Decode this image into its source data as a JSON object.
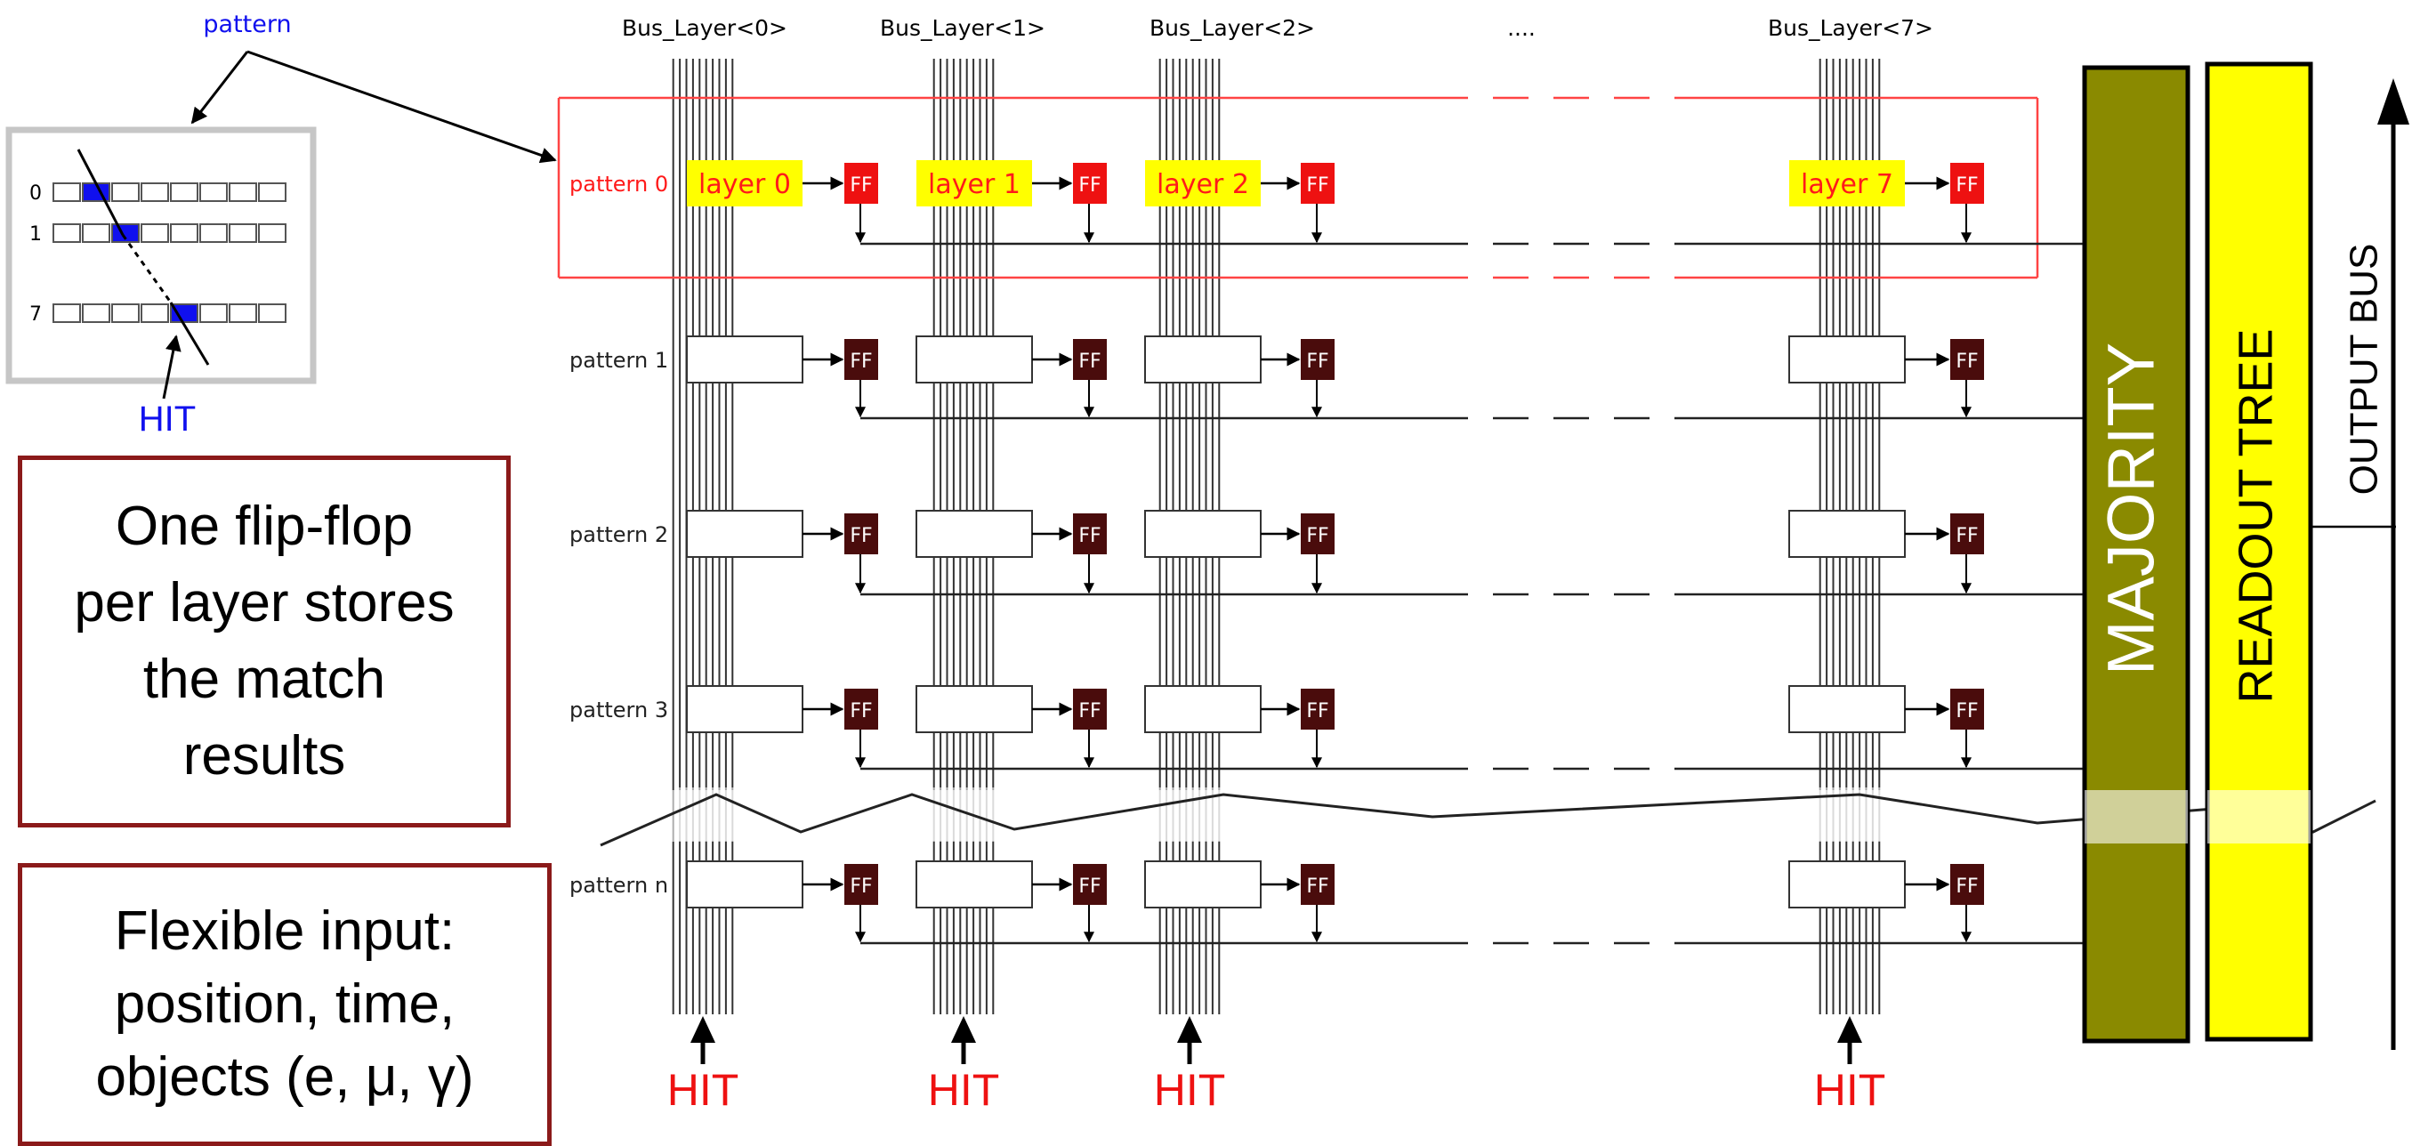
{
  "bus_labels": [
    "Bus_Layer<0>",
    "Bus_Layer<1>",
    "Bus_Layer<2>",
    "....",
    "Bus_Layer<7>"
  ],
  "inset": {
    "title": "pattern",
    "row_labels": [
      "0",
      "1",
      "7"
    ],
    "hit_label": "HIT"
  },
  "pattern_rows": [
    {
      "label": "pattern 0",
      "cells": [
        "layer 0",
        "layer 1",
        "layer 2",
        "layer 7"
      ],
      "highlighted": true
    },
    {
      "label": "pattern 1",
      "cells": [
        "",
        "",
        "",
        ""
      ],
      "highlighted": false
    },
    {
      "label": "pattern 2",
      "cells": [
        "",
        "",
        "",
        ""
      ],
      "highlighted": false
    },
    {
      "label": "pattern 3",
      "cells": [
        "",
        "",
        "",
        ""
      ],
      "highlighted": false
    },
    {
      "label": "pattern n",
      "cells": [
        "",
        "",
        "",
        ""
      ],
      "highlighted": false
    }
  ],
  "ff_label": "FF",
  "hit_label": "HIT",
  "majority_label": "MAJORITY",
  "readout_label": "READOUT TREE",
  "output_label": "OUTPUT BUS",
  "callouts": {
    "flipflop": [
      "One flip-flop",
      "per layer stores",
      "the match",
      "results"
    ],
    "input": [
      "Flexible input:",
      "position, time,",
      "objects (e, μ, γ)"
    ]
  },
  "colors": {
    "pattern_label_red": "#ff1a1a",
    "layer_cell_yellow": "#ffff00",
    "ff_active": "#ee1111",
    "ff_idle": "#4a0c0c",
    "majority_fill": "#8a8a00",
    "readout_fill": "#ffff00",
    "callout_border": "#8b1a1a",
    "inset_blue": "#1010ee",
    "hit_red": "#ee1111"
  }
}
